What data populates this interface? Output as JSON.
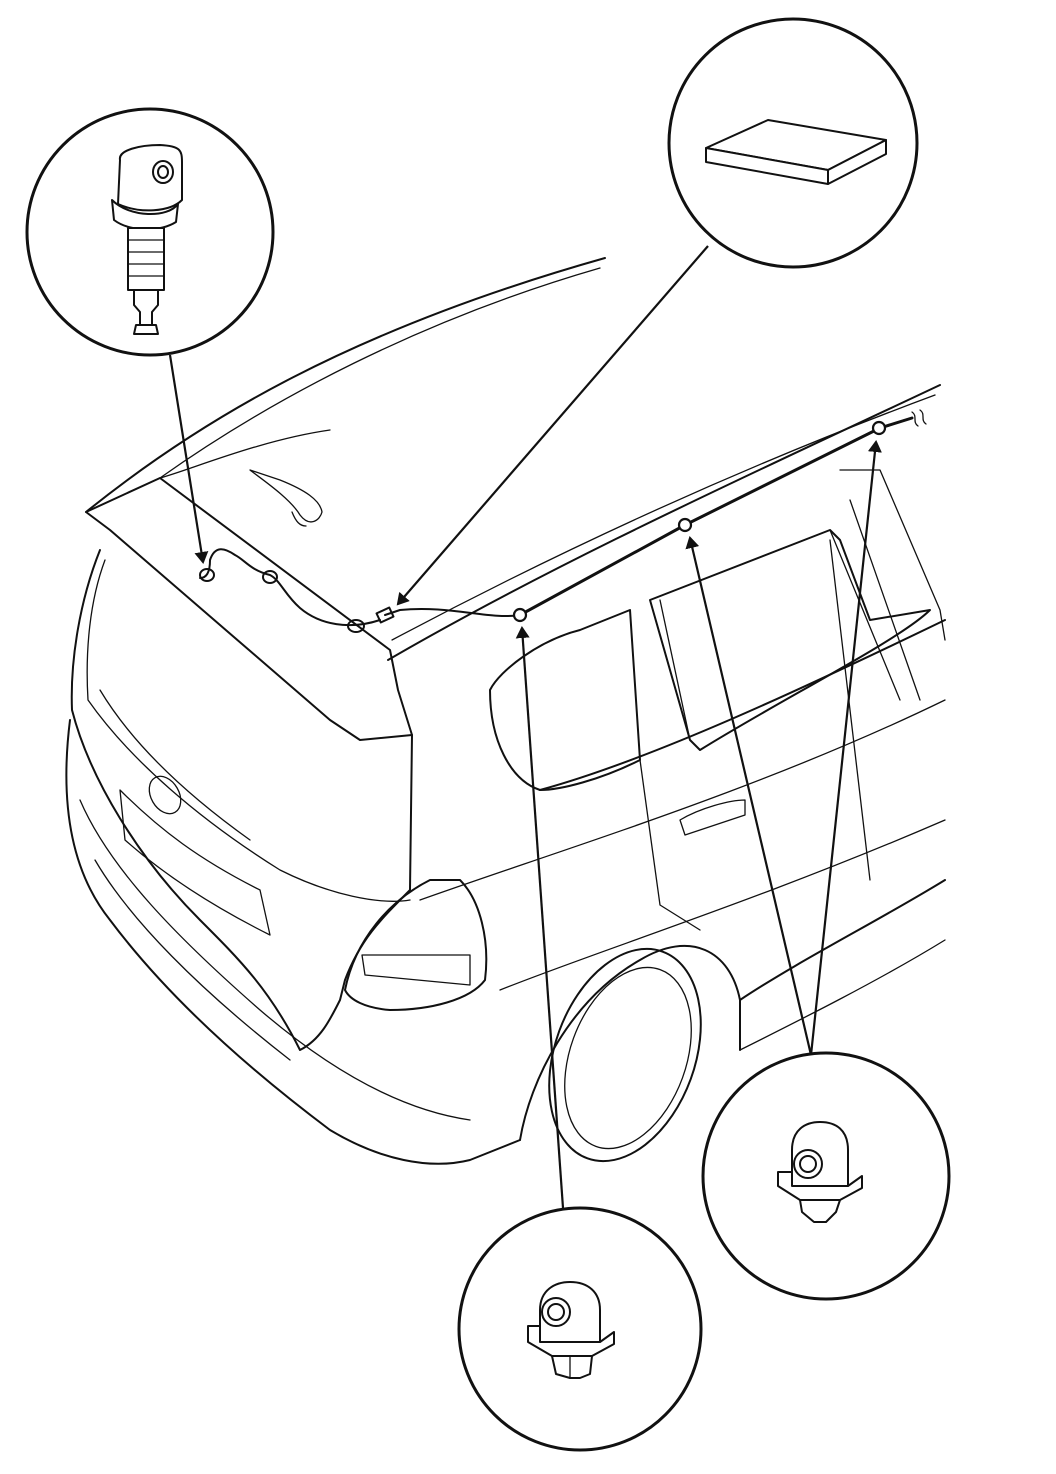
{
  "diagram": {
    "callouts": [
      {
        "id": "washer-nozzle",
        "icon": "washer-nozzle-icon"
      },
      {
        "id": "foam-pad",
        "icon": "foam-pad-icon"
      },
      {
        "id": "hose-clip-side",
        "icon": "hose-clip-icon"
      },
      {
        "id": "hose-clip-rear",
        "icon": "hose-clip-icon"
      }
    ],
    "colors": {
      "line": "#111111",
      "background": "#ffffff"
    }
  }
}
